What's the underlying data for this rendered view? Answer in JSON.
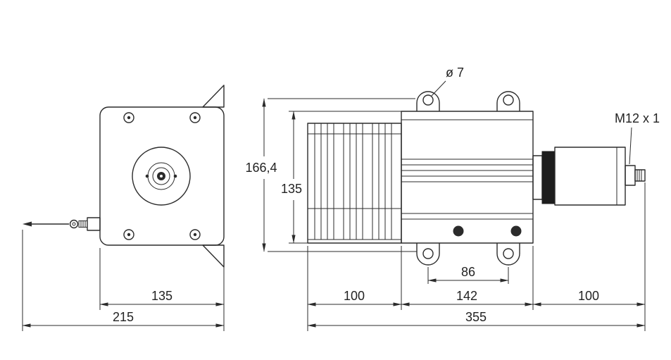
{
  "drawing": {
    "type": "technical-dimension-drawing",
    "views": {
      "front": {
        "dim_width": "135",
        "dim_total_width": "215"
      },
      "side": {
        "dim_overall_height": "166,4",
        "dim_body_height": "135",
        "dim_section_left": "100",
        "dim_section_mid": "142",
        "dim_section_right": "100",
        "dim_total_length": "355",
        "dim_hole_spacing": "86",
        "label_hole_diameter": "ø 7",
        "label_connector_thread": "M12 x 1"
      }
    },
    "colors": {
      "line": "#2b2b2b",
      "fill_dark": "#1d1d1d",
      "background": "#ffffff"
    }
  }
}
